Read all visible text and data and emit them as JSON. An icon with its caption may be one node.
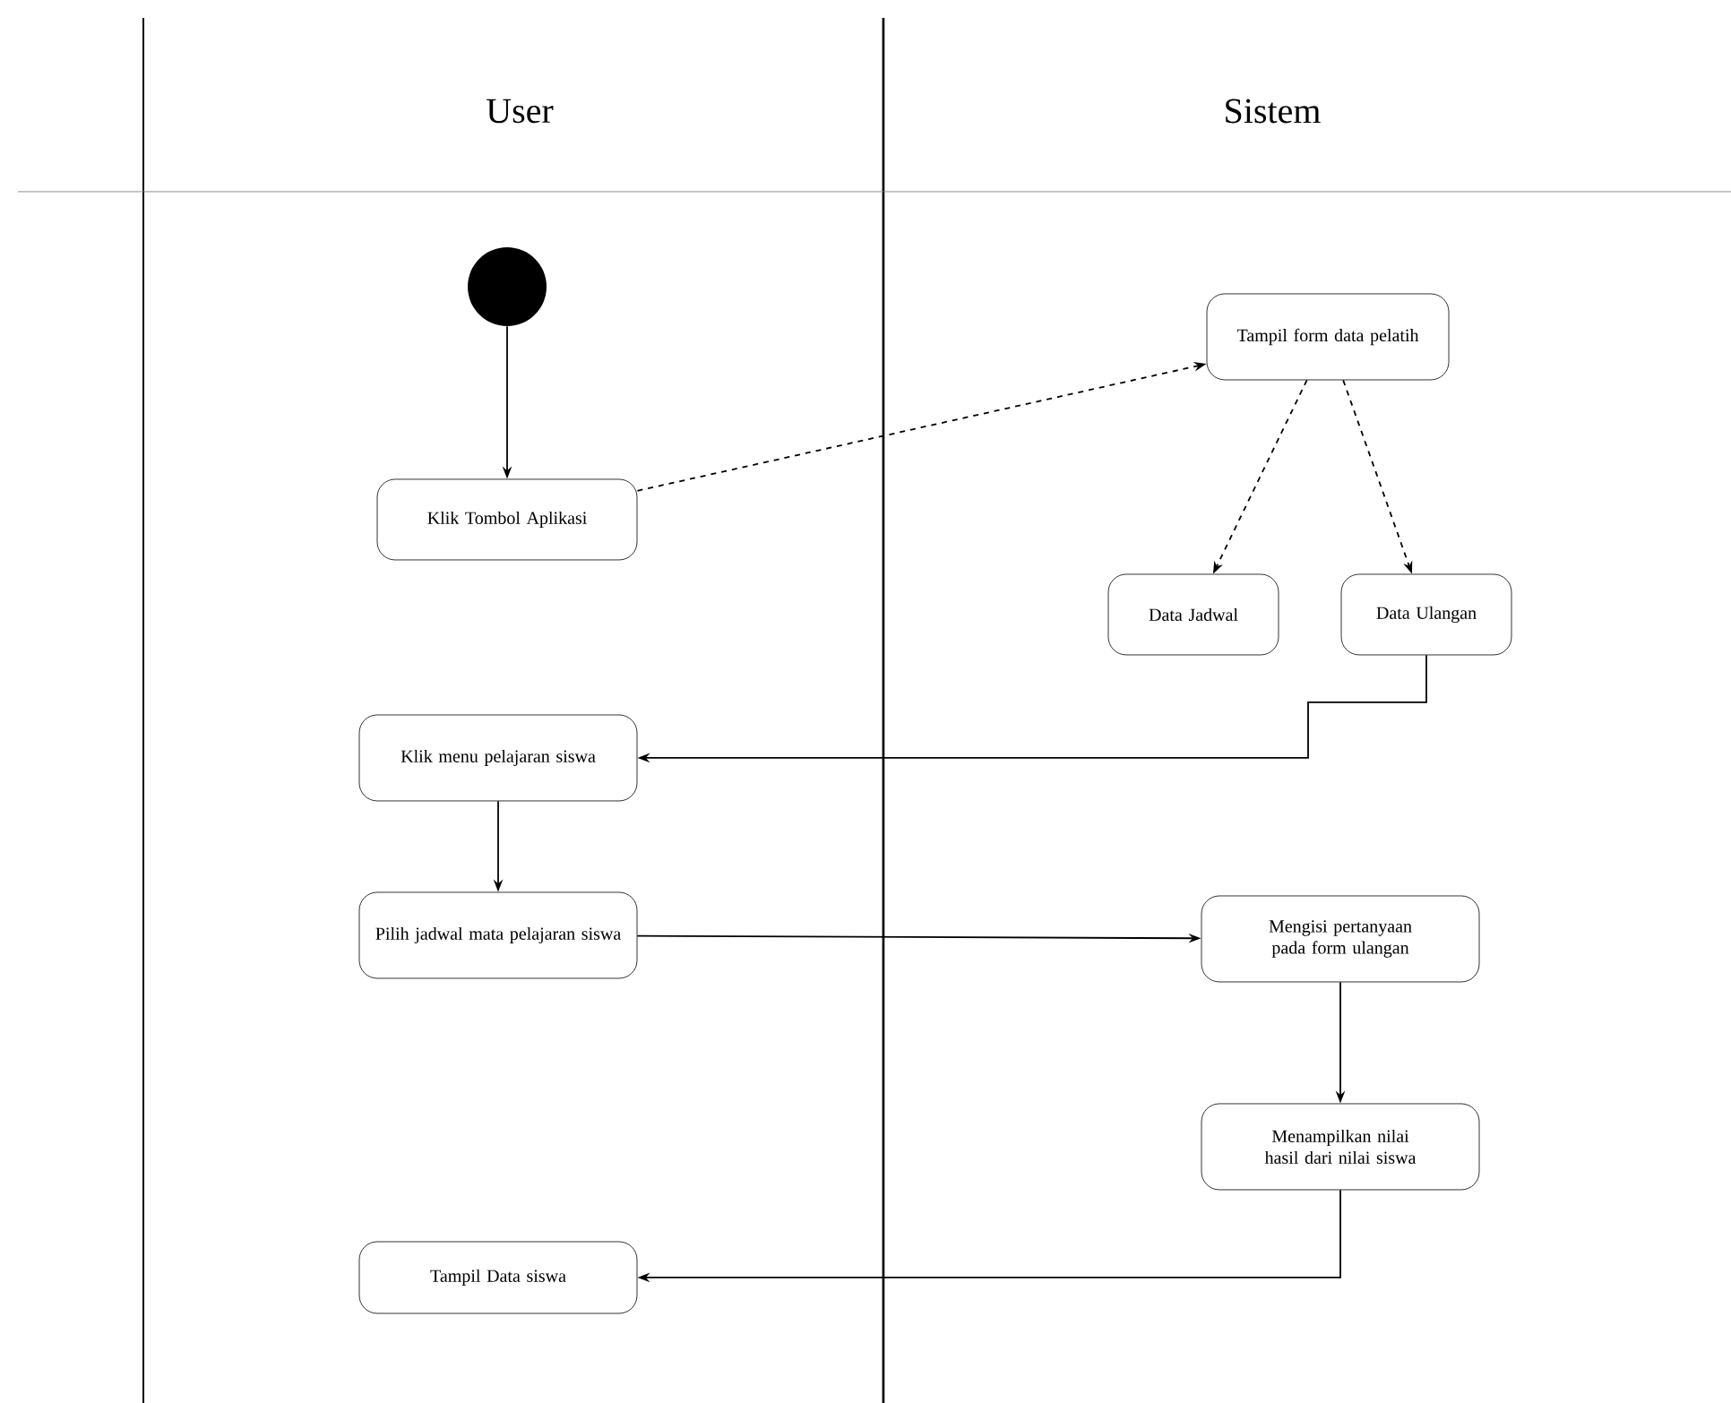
{
  "diagram": {
    "nodes": [
      {
        "text": [],
        "shape": "circle"
      },
      {
        "text": [
          "Klik Tombol Aplikasi"
        ]
      },
      {
        "text": [
          "Tampil form data pelatih"
        ]
      },
      {
        "text": [
          "Data Jadwal"
        ]
      },
      {
        "text": [
          "Data Ulangan"
        ]
      },
      {
        "text": [
          "Klik menu pelajaran siswa"
        ]
      },
      {
        "text": [
          "Pilih jadwal mata pelajaran siswa"
        ]
      },
      {
        "text": [
          "Mengisi pertanyaan pada form ulangan"
        ]
      },
      {
        "text": [
          "Menampilkan nilai hasil dari nilai siswa"
        ]
      },
      {
        "text": [
          "Tampil Data siswa"
        ]
      }
    ],
    "edges": [
      {
        "from": 0,
        "to": 1,
        "arrow": "to"
      },
      {
        "from": 1,
        "to": 2,
        "arrow": "to",
        "style": "dashed"
      },
      {
        "from": 2,
        "to": 3,
        "arrow": "to",
        "style": "dashed"
      },
      {
        "from": 2,
        "to": 4,
        "arrow": "to",
        "style": "dashed"
      },
      {
        "from": 4,
        "to": 5,
        "arrow": "to"
      },
      {
        "from": 5,
        "to": 6,
        "arrow": "to"
      },
      {
        "from": 6,
        "to": 7,
        "arrow": "to"
      },
      {
        "from": 7,
        "to": 8,
        "arrow": "to"
      },
      {
        "from": 8,
        "to": 9,
        "arrow": "to"
      }
    ],
    "labels": [
      "User",
      "Sistem"
    ]
  }
}
